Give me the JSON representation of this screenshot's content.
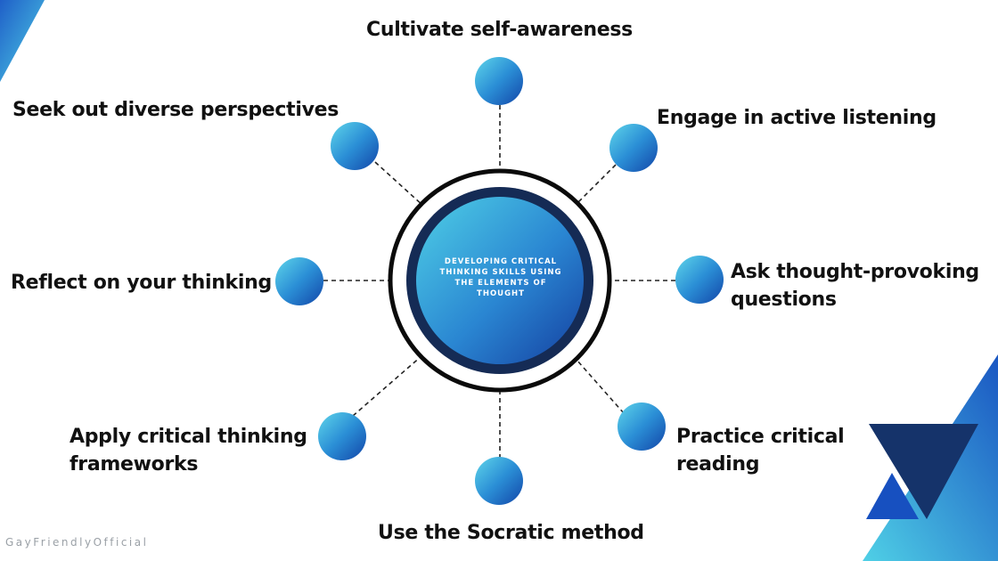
{
  "center": {
    "title": "DEVELOPING CRITICAL THINKING SKILLS USING THE ELEMENTS OF THOUGHT"
  },
  "items": [
    {
      "label": "Cultivate self-awareness"
    },
    {
      "label": "Engage in active listening"
    },
    {
      "label": "Ask thought-provoking questions"
    },
    {
      "label": "Practice critical reading"
    },
    {
      "label": "Use the Socratic method"
    },
    {
      "label": "Apply critical thinking frameworks"
    },
    {
      "label": "Reflect on your thinking"
    },
    {
      "label": "Seek out diverse perspectives"
    }
  ],
  "watermark": "GayFriendlyOfficial",
  "colors": {
    "accent_light": "#4fd0e6",
    "accent_dark": "#1245a8",
    "navy": "#12284f",
    "text": "#111111"
  }
}
